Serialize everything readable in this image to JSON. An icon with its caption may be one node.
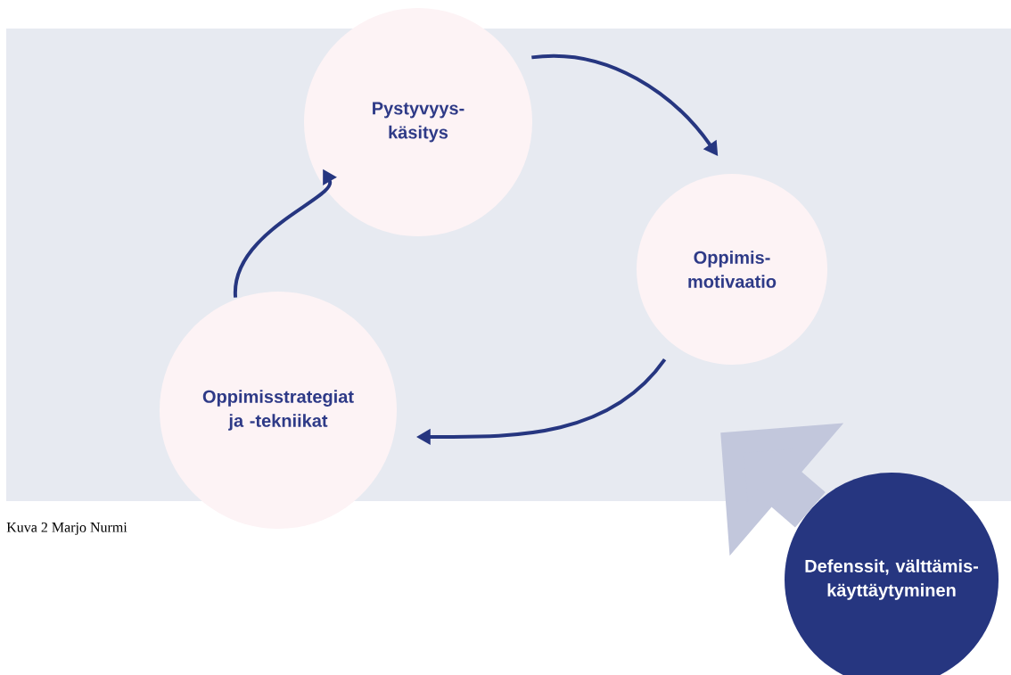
{
  "diagram": {
    "caption": "Kuva 2 Marjo Nurmi",
    "nodes": [
      {
        "text": [
          "Pystyvyys- käsitys"
        ]
      },
      {
        "text": [
          "Oppimis- motivaatio"
        ]
      },
      {
        "text": [
          "Oppimisstrategiat ja -tekniikat"
        ]
      },
      {
        "text": [
          "Defenssit, välttämis- käyttäytyminen"
        ]
      }
    ],
    "edges": [
      {
        "from": 0,
        "to": 1,
        "arrow": "to"
      },
      {
        "from": 1,
        "to": 2,
        "arrow": "to"
      },
      {
        "from": 2,
        "to": 0,
        "arrow": "to"
      },
      {
        "from": 3,
        "to": null,
        "arrow": "to",
        "style": "thick",
        "color": "#c2c7dc"
      }
    ]
  }
}
